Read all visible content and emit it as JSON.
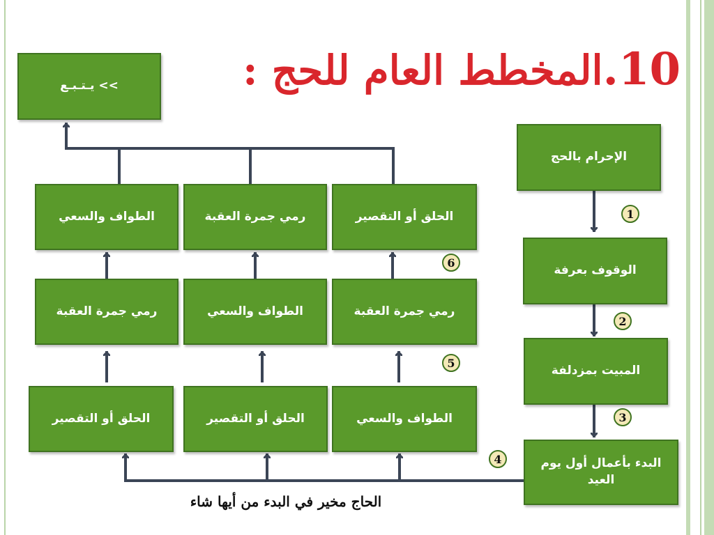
{
  "title": {
    "number": "10.",
    "text": "المخطط العام للحج :"
  },
  "boxes": {
    "next": ">> يـتـبـع",
    "ihram": "الإحرام بالحج",
    "arafah": "الوقوف بعرفة",
    "muzdalifah": "المبيت بمزدلفة",
    "eid_day": "البدء بأعمال أول يوم العيد",
    "col1_row1": "الطواف والسعي",
    "col1_row2": "رمي جمرة العقبة",
    "col1_row3": "الحلق أو التقصير",
    "col2_row1": "رمي جمرة العقبة",
    "col2_row2": "الطواف والسعي",
    "col2_row3": "الحلق أو التقصير",
    "col3_row1": "الحلق أو التقصير",
    "col3_row2": "رمي جمرة العقبة",
    "col3_row3": "الطواف والسعي"
  },
  "badges": [
    "1",
    "2",
    "3",
    "4",
    "5",
    "6"
  ],
  "note": "الحاج مخير في البدء من أيها شاء",
  "colors": {
    "title": "#d9262c",
    "box_fill": "#5a9a2b",
    "box_border": "#3f7320",
    "badge_fill": "#f4e9b7",
    "line": "#3b4556",
    "frame": "#c4dcb5"
  }
}
